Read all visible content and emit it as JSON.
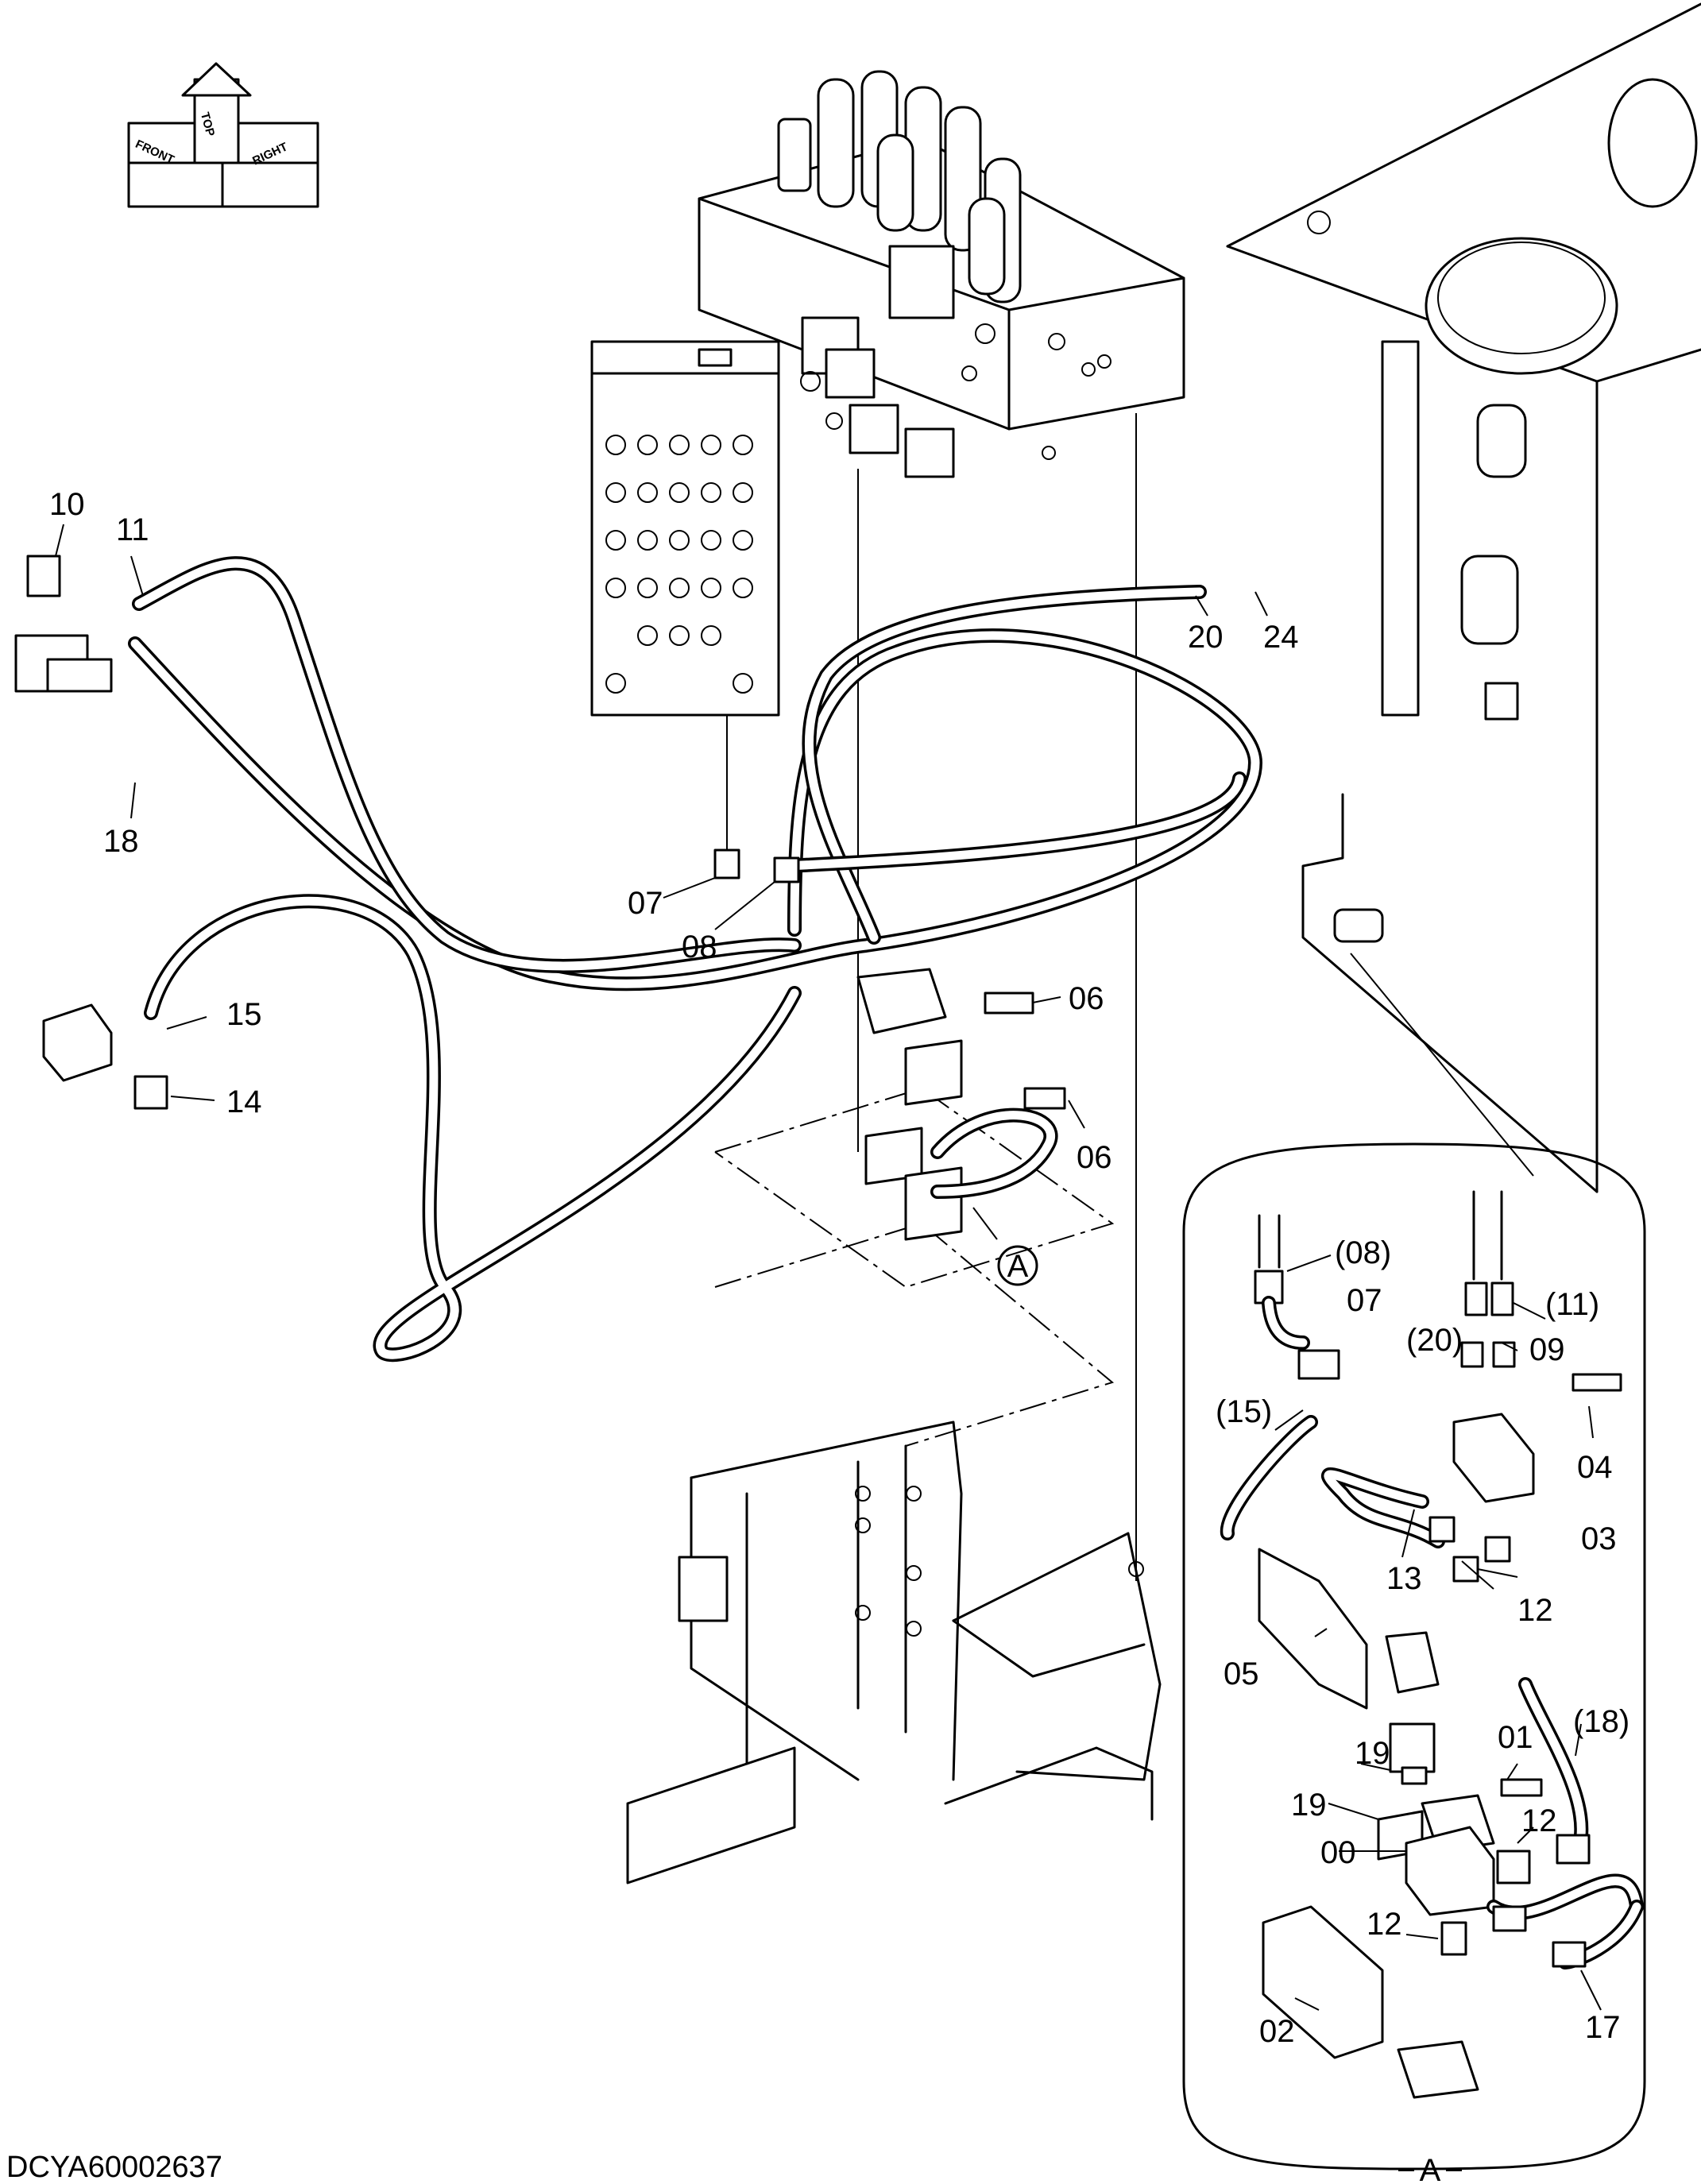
{
  "drawing_code": "DCYA60002637",
  "detail_view_label": "A",
  "callout_circle_label": "A",
  "orientation_icon": {
    "front": "FRONT",
    "top": "TOP",
    "right": "RIGHT"
  },
  "part_labels": [
    {
      "id": "p10",
      "text": "10"
    },
    {
      "id": "p11",
      "text": "11"
    },
    {
      "id": "p18",
      "text": "18"
    },
    {
      "id": "p15",
      "text": "15"
    },
    {
      "id": "p14",
      "text": "14"
    },
    {
      "id": "p07",
      "text": "07"
    },
    {
      "id": "p08",
      "text": "08"
    },
    {
      "id": "p20",
      "text": "20"
    },
    {
      "id": "p24",
      "text": "24"
    },
    {
      "id": "p06a",
      "text": "06"
    },
    {
      "id": "p06b",
      "text": "06"
    },
    {
      "id": "d08",
      "text": "(08)"
    },
    {
      "id": "d07",
      "text": "07"
    },
    {
      "id": "d11",
      "text": "(11)"
    },
    {
      "id": "d20",
      "text": "(20)"
    },
    {
      "id": "d09",
      "text": "09"
    },
    {
      "id": "d15",
      "text": "(15)"
    },
    {
      "id": "d04",
      "text": "04"
    },
    {
      "id": "d03",
      "text": "03"
    },
    {
      "id": "d13",
      "text": "13"
    },
    {
      "id": "d12a",
      "text": "12"
    },
    {
      "id": "d05",
      "text": "05"
    },
    {
      "id": "d19a",
      "text": "19"
    },
    {
      "id": "d01",
      "text": "01"
    },
    {
      "id": "d18",
      "text": "(18)"
    },
    {
      "id": "d19b",
      "text": "19"
    },
    {
      "id": "d12b",
      "text": "12"
    },
    {
      "id": "d00",
      "text": "00"
    },
    {
      "id": "d12c",
      "text": "12"
    },
    {
      "id": "d02",
      "text": "02"
    },
    {
      "id": "d17",
      "text": "17"
    }
  ],
  "icons": [
    "orientation-cube-icon"
  ]
}
